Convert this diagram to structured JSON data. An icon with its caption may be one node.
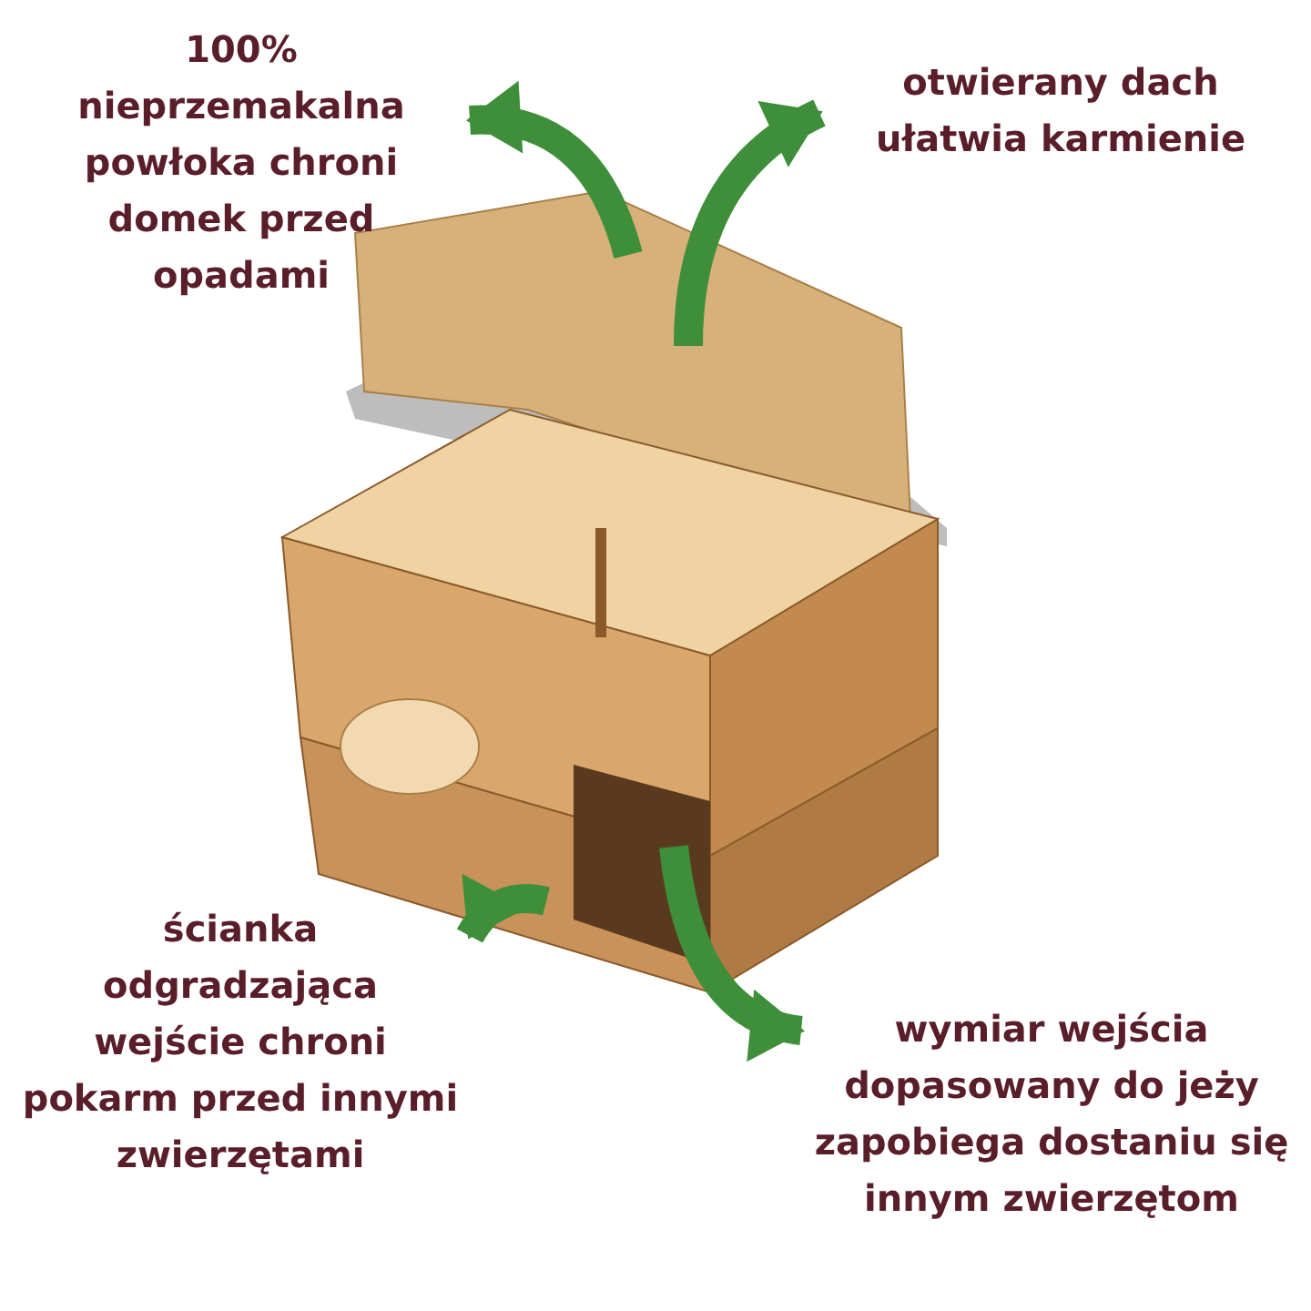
{
  "diagram": {
    "nodes": [
      {
        "text": [
          "100% nieprzemakalna powłoka chroni domek przed opadami"
        ]
      },
      {
        "text": [
          "otwierany dach ułatwia karmienie"
        ]
      },
      {
        "text": [
          "ścianka odgradzająca wejście chroni pokarm przed innymi zwierzętami"
        ]
      },
      {
        "text": [
          "wymiar wejścia dopasowany do jeży zapobiega dostaniu się innym zwierzętom"
        ]
      },
      {
        "text": [],
        "shape": "picture"
      }
    ],
    "edges": [
      {
        "from": 4,
        "to": 0,
        "arrow": "to"
      },
      {
        "from": 4,
        "to": 1,
        "arrow": "to"
      },
      {
        "from": 4,
        "to": 2,
        "arrow": "to"
      },
      {
        "from": 4,
        "to": 3,
        "arrow": "to"
      }
    ]
  }
}
